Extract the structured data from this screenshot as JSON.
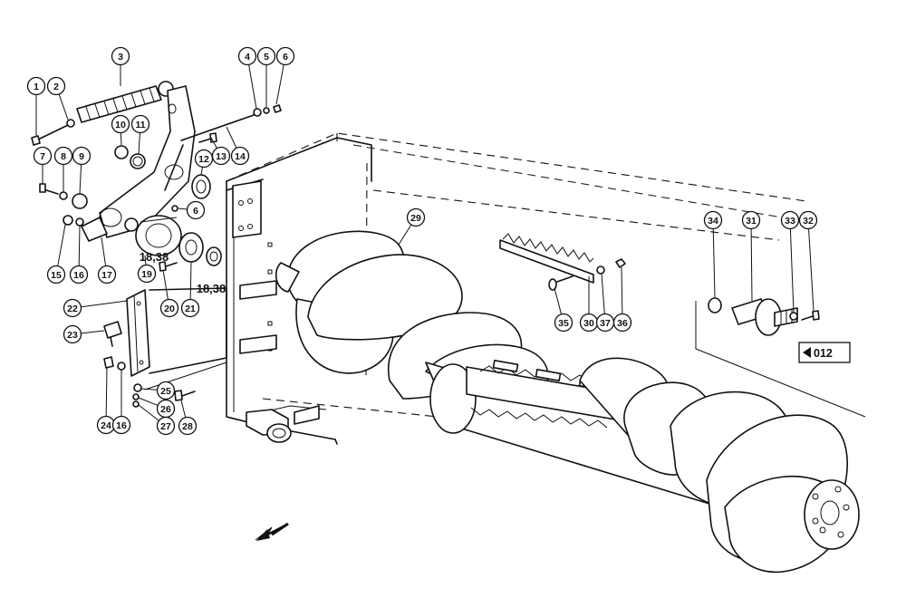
{
  "callouts": [
    {
      "label": "1"
    },
    {
      "label": "2"
    },
    {
      "label": "3"
    },
    {
      "label": "4"
    },
    {
      "label": "5"
    },
    {
      "label": "6"
    },
    {
      "label": "7"
    },
    {
      "label": "8"
    },
    {
      "label": "9"
    },
    {
      "label": "10"
    },
    {
      "label": "11"
    },
    {
      "label": "12"
    },
    {
      "label": "13"
    },
    {
      "label": "14"
    },
    {
      "label": "6"
    },
    {
      "label": "15"
    },
    {
      "label": "16"
    },
    {
      "label": "17"
    },
    {
      "label": "19"
    },
    {
      "label": "20"
    },
    {
      "label": "21"
    },
    {
      "label": "22"
    },
    {
      "label": "23"
    },
    {
      "label": "24"
    },
    {
      "label": "16"
    },
    {
      "label": "25"
    },
    {
      "label": "26"
    },
    {
      "label": "27"
    },
    {
      "label": "28"
    },
    {
      "label": "29"
    },
    {
      "label": "35"
    },
    {
      "label": "30"
    },
    {
      "label": "37"
    },
    {
      "label": "36"
    },
    {
      "label": "34"
    },
    {
      "label": "31"
    },
    {
      "label": "33"
    },
    {
      "label": "32"
    }
  ],
  "plain_labels": [
    {
      "label": "18,38"
    },
    {
      "label": "18,38"
    }
  ],
  "reference_box": {
    "label": "012"
  }
}
